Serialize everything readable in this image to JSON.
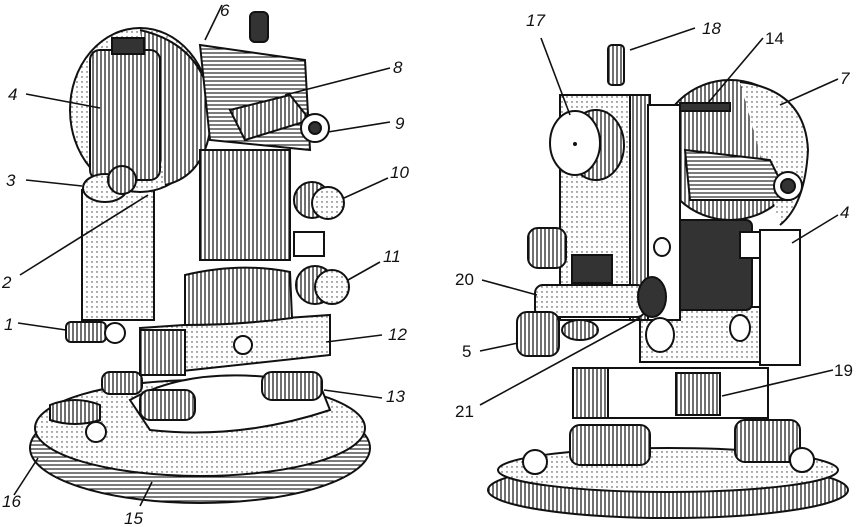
{
  "figure": {
    "subject": "Theodolite — two views with numbered parts",
    "left_view": {
      "callouts": [
        "1",
        "2",
        "3",
        "4",
        "6",
        "8",
        "9",
        "10",
        "11",
        "12",
        "13",
        "15",
        "16"
      ]
    },
    "right_view": {
      "callouts": [
        "4",
        "5",
        "7",
        "14",
        "17",
        "18",
        "19",
        "20",
        "21"
      ]
    }
  },
  "labels": {
    "l1": "1",
    "l2": "2",
    "l3": "3",
    "l4": "4",
    "l6": "6",
    "l8": "8",
    "l9": "9",
    "l10": "10",
    "l11": "11",
    "l12": "12",
    "l13": "13",
    "l15": "15",
    "l16": "16",
    "r17": "17",
    "r18": "18",
    "r14": "14",
    "r7": "7",
    "r4": "4",
    "r20": "20",
    "r5": "5",
    "r21": "21",
    "r19": "19"
  }
}
